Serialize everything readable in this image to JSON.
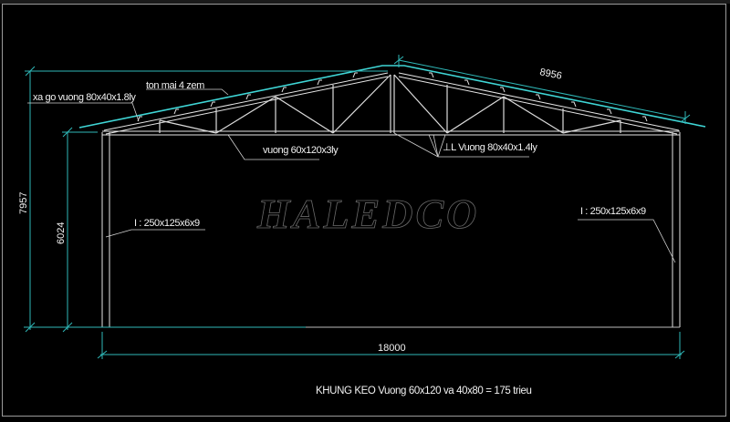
{
  "drawing": {
    "watermark": "HALEDCO",
    "colors": {
      "background": "#000000",
      "structure": "#e6e6e6",
      "dimension": "#2fb8b8",
      "roof": "#3fd6d6",
      "frame_border": "#9a9a9a",
      "watermark_outline": "#6a6a6a"
    },
    "labels": {
      "purlin": "xa go vuong 80x40x1.8ly",
      "roof_sheet": "ton mai 4 zem",
      "bottom_chord": "vuong 60x120x3ly",
      "web_members": "Vuong 80x40x1.4ly",
      "web_symbol": "⊥L",
      "column_left": "I : 250x125x6x9",
      "column_right": "I : 250x125x6x9"
    },
    "dimensions": {
      "rafter_length": "8956",
      "total_height": "7957",
      "column_height": "6024",
      "span": "18000"
    },
    "caption": "KHUNG KEO Vuong 60x120 va 40x80 = 175 trieu"
  }
}
